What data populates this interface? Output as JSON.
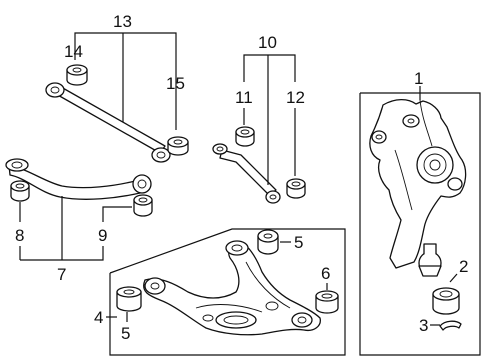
{
  "diagram": {
    "callouts": {
      "c1": "1",
      "c2": "2",
      "c3": "3",
      "c4": "4",
      "c5a": "5",
      "c5b": "5",
      "c6": "6",
      "c7": "7",
      "c8": "8",
      "c9": "9",
      "c10": "10",
      "c11": "11",
      "c12": "12",
      "c13": "13",
      "c14": "14",
      "c15": "15"
    }
  }
}
